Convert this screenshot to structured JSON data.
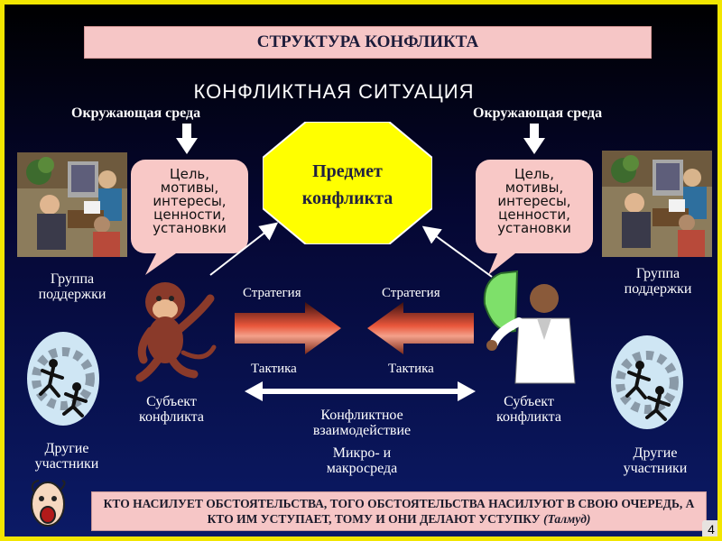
{
  "title": "СТРУКТУРА КОНФЛИКТА",
  "situation": "КОНФЛИКТНАЯ СИТУАЦИЯ",
  "environment_left": "Окружающая среда",
  "environment_right": "Окружающая среда",
  "bubble_left": [
    "Цель,",
    "мотивы,",
    "интересы,",
    "ценности,",
    "установки"
  ],
  "bubble_right": [
    "Цель,",
    "мотивы,",
    "интересы,",
    "ценности,",
    "установки"
  ],
  "subject_of_conflict": [
    "Предмет",
    "конфликта"
  ],
  "support_group_left": [
    "Группа",
    "поддержки"
  ],
  "support_group_right": [
    "Группа",
    "поддержки"
  ],
  "strategy_left": "Стратегия",
  "strategy_right": "Стратегия",
  "tactics_left": "Тактика",
  "tactics_right": "Тактика",
  "subject_left": [
    "Субъект",
    "конфликта"
  ],
  "subject_right": [
    "Субъект",
    "конфликта"
  ],
  "interaction": [
    "Конфликтное",
    "взаимодействие"
  ],
  "environment_bottom": [
    "Микро- и",
    "макросреда"
  ],
  "other_left": [
    "Другие",
    "участники"
  ],
  "other_right": [
    "Другие",
    "участники"
  ],
  "quote": "КТО НАСИЛУЕТ ОБСТОЯТЕЛЬСТВА, ТОГО ОБСТОЯТЕЛЬСТВА НАСИЛУЮТ В СВОЮ ОЧЕРЕДЬ, А КТО ИМ УСТУПАЕТ, ТОМУ И ОНИ ДЕЛАЮТ УСТУПКУ",
  "quote_source": "(Талмуд)",
  "page_number": "4",
  "colors": {
    "frame": "#f2e600",
    "title_bar": "#f6c6c6",
    "bubble": "#f8c8c6",
    "octagon": "#ffff00",
    "arrow_red": "#e8563a"
  },
  "icons": [
    "office-photo",
    "monkey",
    "scientist",
    "gear-runners",
    "screaming-head"
  ]
}
